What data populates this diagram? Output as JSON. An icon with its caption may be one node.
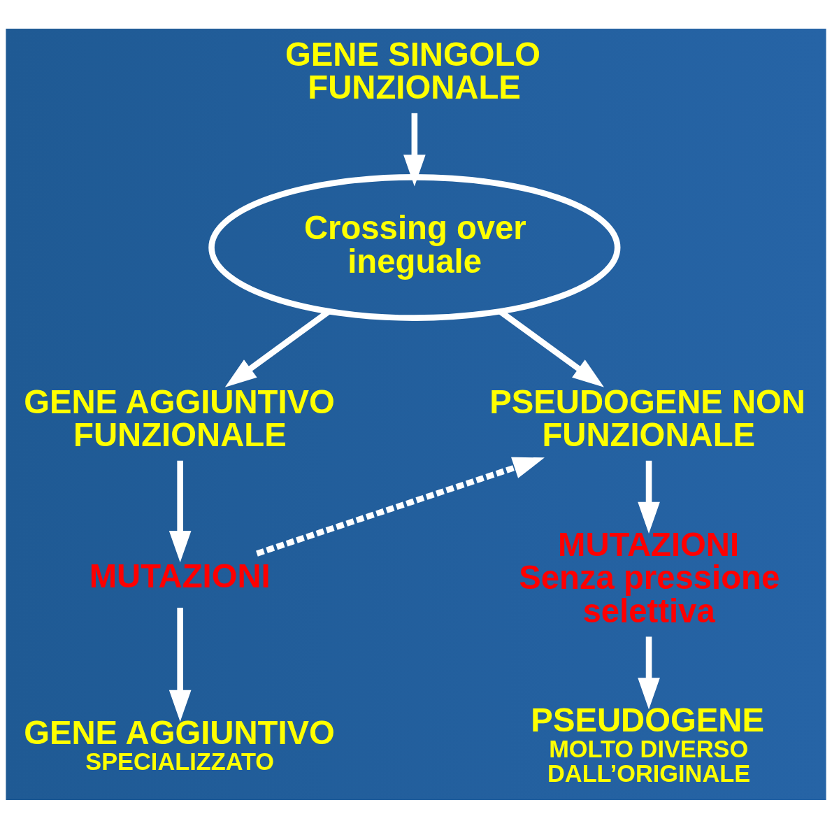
{
  "diagram": {
    "nodes": [
      {
        "text": [
          "GENE SINGOLO FUNZIONALE"
        ]
      },
      {
        "text": [
          "Crossing over ineguale"
        ]
      },
      {
        "text": [
          "GENE AGGIUNTIVO FUNZIONALE"
        ]
      },
      {
        "text": [
          "PSEUDOGENE NON FUNZIONALE"
        ]
      },
      {
        "text": [
          "MUTAZIONI"
        ]
      },
      {
        "text": [
          "MUTAZIONI",
          "Senza pressione selettiva"
        ]
      },
      {
        "text": [
          "GENE AGGIUNTIVO",
          "SPECIALIZZATO"
        ]
      },
      {
        "text": [
          "PSEUDOGENE",
          "MOLTO DIVERSO DALL’ORIGINALE"
        ]
      }
    ],
    "edges": [
      {
        "from": 0,
        "to": 1,
        "arrow": "to"
      },
      {
        "from": 1,
        "to": 2,
        "arrow": "to"
      },
      {
        "from": 1,
        "to": 3,
        "arrow": "to"
      },
      {
        "from": 2,
        "to": 4,
        "arrow": "to"
      },
      {
        "from": 4,
        "to": 3,
        "arrow": "to",
        "style": "dashed"
      },
      {
        "from": 3,
        "to": 5,
        "arrow": "to"
      },
      {
        "from": 4,
        "to": 6,
        "arrow": "to"
      },
      {
        "from": 5,
        "to": 7,
        "arrow": "to"
      }
    ]
  }
}
